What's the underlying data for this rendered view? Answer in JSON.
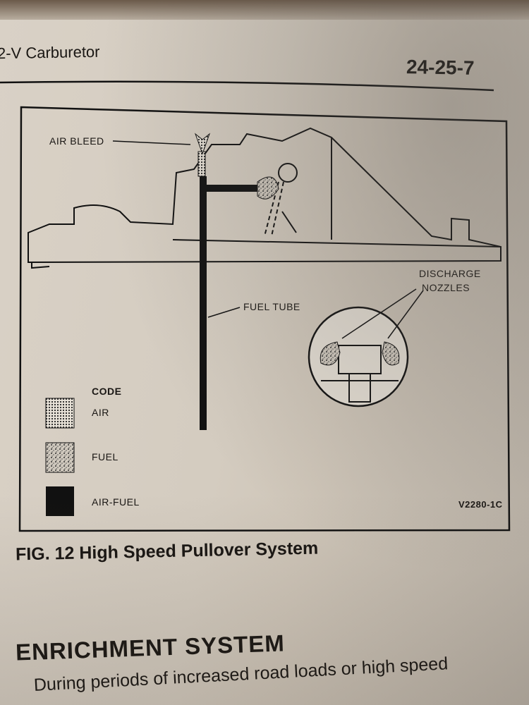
{
  "header": {
    "section_title": "2-V Carburetor",
    "page_number": "24-25-7"
  },
  "figure": {
    "labels": {
      "air_bleed": "AIR BLEED",
      "fuel_tube": "FUEL TUBE",
      "discharge_nozzles_1": "DISCHARGE",
      "discharge_nozzles_2": "NOZZLES",
      "figure_code": "V2280-1C"
    },
    "legend": {
      "title": "CODE",
      "items": [
        {
          "label": "AIR"
        },
        {
          "label": "FUEL"
        },
        {
          "label": "AIR-FUEL"
        }
      ]
    },
    "caption": "FIG. 12 High Speed Pullover System"
  },
  "section": {
    "heading": "ENRICHMENT SYSTEM",
    "body": "During periods of increased road loads or high speed"
  }
}
